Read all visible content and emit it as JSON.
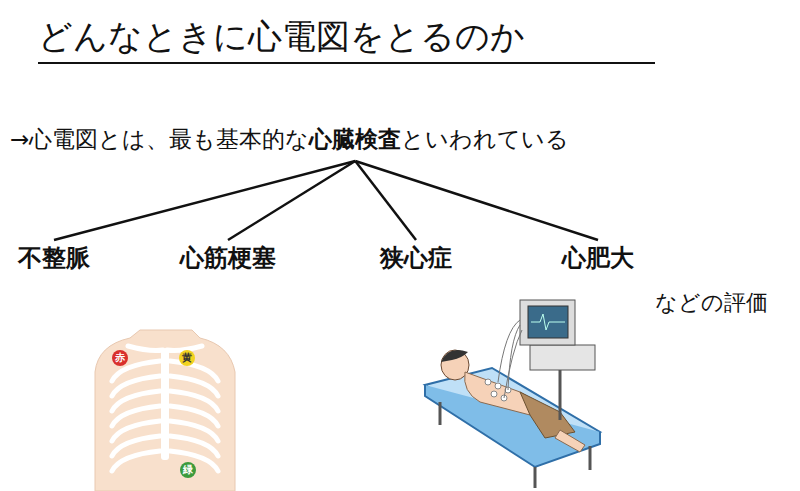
{
  "diagram": {
    "title": "どんなときに心電図をとるのか",
    "nodes": [
      {
        "text": [
          "→心電図とは、最も基本的な",
          "心臓検査",
          "といわれている"
        ]
      },
      {
        "text": [
          "不整脈"
        ]
      },
      {
        "text": [
          "心筋梗塞"
        ]
      },
      {
        "text": [
          "狭心症"
        ]
      },
      {
        "text": [
          "心肥大"
        ]
      }
    ],
    "edges": [
      {
        "from": 0,
        "to": 1,
        "arrow": "none"
      },
      {
        "from": 0,
        "to": 2,
        "arrow": "none"
      },
      {
        "from": 0,
        "to": 3,
        "arrow": "none"
      },
      {
        "from": 0,
        "to": 4,
        "arrow": "none"
      }
    ],
    "labels": [
      "などの評価",
      "赤",
      "黄",
      "緑"
    ]
  }
}
